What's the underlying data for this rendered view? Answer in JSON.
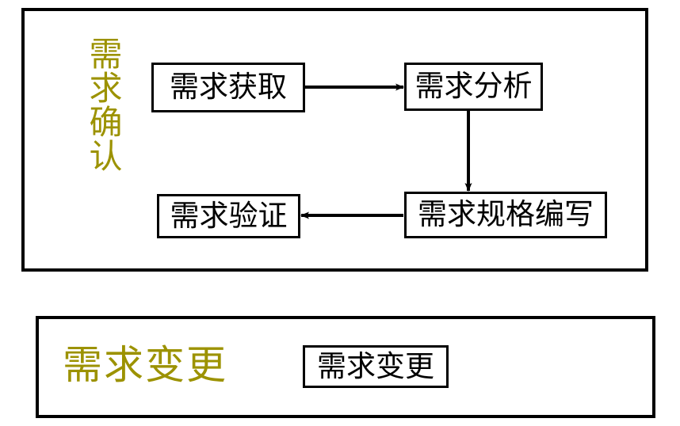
{
  "diagram": {
    "title_visible": false,
    "background_color": "#ffffff",
    "accent_color": "#9c9200",
    "line_color": "#000000",
    "groups": [
      {
        "id": "requirement-confirmation",
        "caption": "需求确认",
        "caption_orientation": "vertical",
        "caption_color": "#9c9200"
      },
      {
        "id": "requirement-change",
        "caption": "需求变更",
        "caption_orientation": "horizontal",
        "caption_color": "#9c9200"
      }
    ],
    "nodes": [
      {
        "id": "requirement-elicitation",
        "label": "需求获取"
      },
      {
        "id": "requirement-analysis",
        "label": "需求分析"
      },
      {
        "id": "requirement-specification",
        "label": "需求规格编写"
      },
      {
        "id": "requirement-validation",
        "label": "需求验证"
      },
      {
        "id": "requirement-change",
        "label": "需求变更"
      }
    ],
    "connectors": [
      {
        "id": "elicitation-to-analysis",
        "from": "requirement-elicitation",
        "to": "requirement-analysis",
        "direction": "right"
      },
      {
        "id": "analysis-to-specification",
        "from": "requirement-analysis",
        "to": "requirement-specification",
        "direction": "down"
      },
      {
        "id": "specification-to-validation",
        "from": "requirement-specification",
        "to": "requirement-validation",
        "direction": "left"
      }
    ]
  }
}
